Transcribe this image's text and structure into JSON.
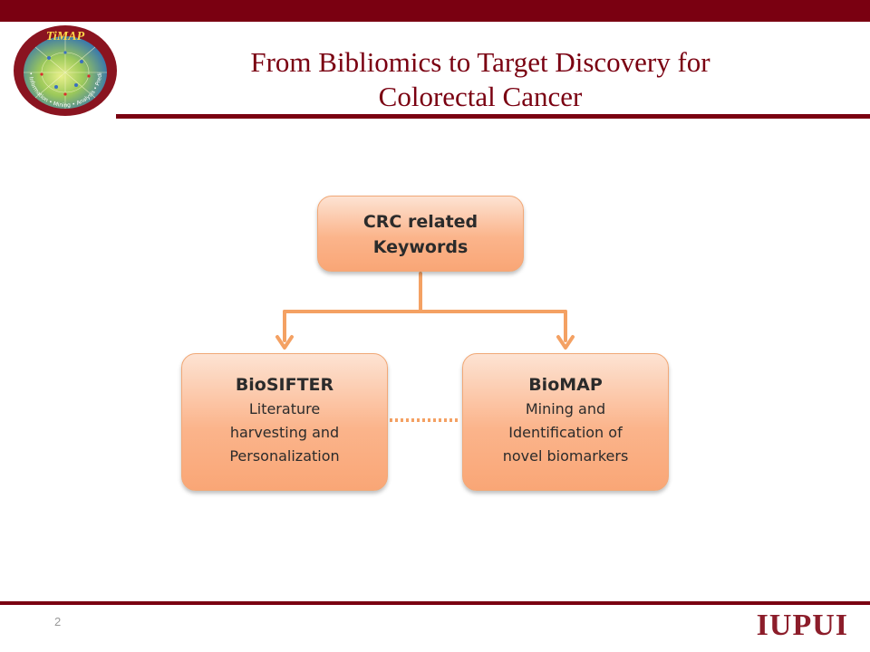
{
  "logo": {
    "name": "TiMAP",
    "tagline": "Text • Information • Mining • Analysis • Prediction"
  },
  "title": {
    "line1": "From Bibliomics to Target Discovery for",
    "line2": "Colorectal Cancer"
  },
  "diagram": {
    "top_box": {
      "line1": "CRC related",
      "line2": "Keywords"
    },
    "left_box": {
      "heading": "BioSIFTER",
      "lines": [
        "Literature",
        "harvesting and",
        "Personalization"
      ]
    },
    "right_box": {
      "heading": "BioMAP",
      "lines": [
        "Mining and",
        "Identification of",
        "novel biomarkers"
      ]
    }
  },
  "footer": {
    "page_number": "2",
    "brand": "IUPUI"
  },
  "colors": {
    "maroon": "#7a0011",
    "box_fill": "#fbb48b",
    "connector": "#f4a163"
  }
}
